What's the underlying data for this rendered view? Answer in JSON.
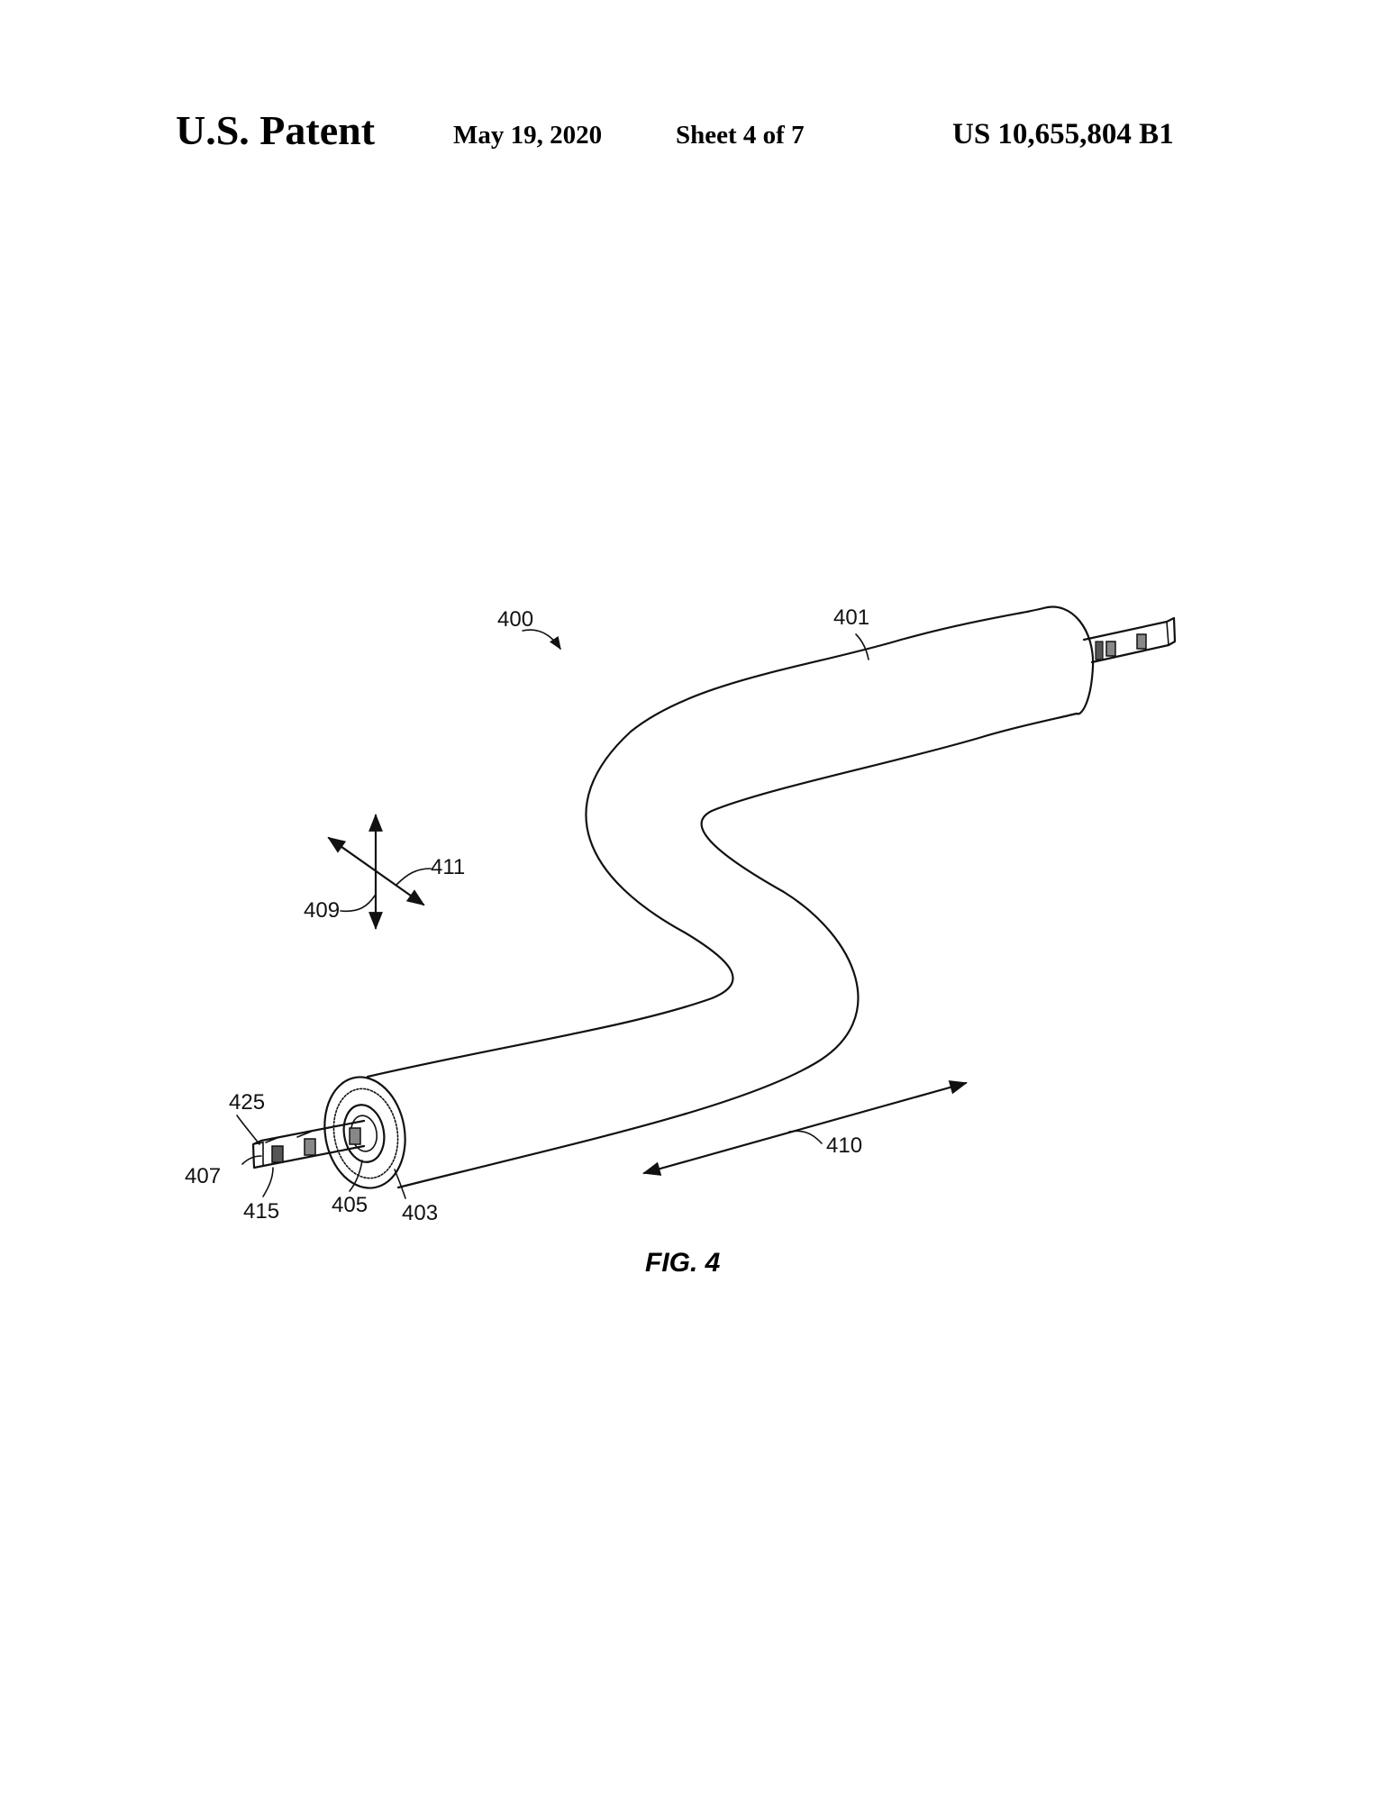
{
  "header": {
    "title": "U.S. Patent",
    "date": "May 19, 2020",
    "sheet": "Sheet 4 of 7",
    "patent_number": "US 10,655,804 B1"
  },
  "figure": {
    "caption": "FIG. 4",
    "labels": {
      "assembly": "400",
      "tube": "401",
      "end_face": "403",
      "inner_core": "405",
      "strip": "407",
      "axis_vertical": "409",
      "axis_longitudinal": "410",
      "axis_lateral": "411",
      "connector": "415",
      "strip_end": "425"
    }
  }
}
